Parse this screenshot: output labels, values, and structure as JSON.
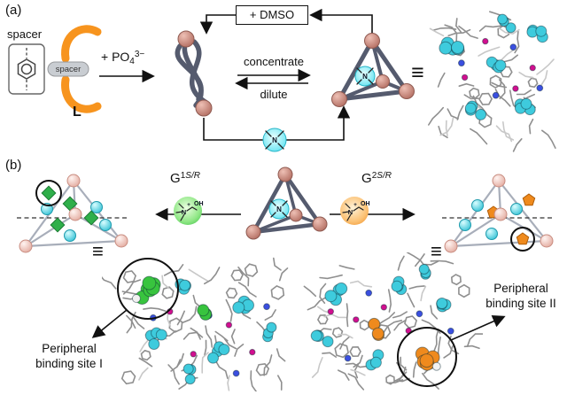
{
  "colors": {
    "orange": "#F7941E",
    "salmon": "#C9897F",
    "pale_pink": "#F6D3CC",
    "slate": "#555B6E",
    "cyan": "#3ECBDD",
    "green": "#2FAF4A",
    "guest_green": "#38C43E",
    "guest_orange": "#EF8A1D",
    "magenta": "#D10F8F",
    "blue": "#3B4FE0",
    "stick_gray": "#8F8F8F",
    "ink": "#111111"
  },
  "shared": {
    "equiv": "≡",
    "n": "N",
    "oh": "OH",
    "plus": "+"
  },
  "panel_a": {
    "label": "(a)",
    "spacer_word": "spacer",
    "pill_label": "spacer",
    "ligand_name": "L",
    "phosphate": {
      "pre": "+ PO",
      "sub": "4",
      "sup": "3−"
    },
    "dmso": "+ DMSO",
    "concentrate": "concentrate",
    "dilute": "dilute"
  },
  "panel_b": {
    "label": "(b)",
    "g1": {
      "base": "G",
      "sup_num": "1",
      "sup_sr": "S/R"
    },
    "g2": {
      "base": "G",
      "sup_num": "2",
      "sup_sr": "S/R"
    },
    "site1": {
      "line1": "Peripheral",
      "line2": "binding site I"
    },
    "site2": {
      "line1": "Peripheral",
      "line2": "binding site II"
    }
  }
}
